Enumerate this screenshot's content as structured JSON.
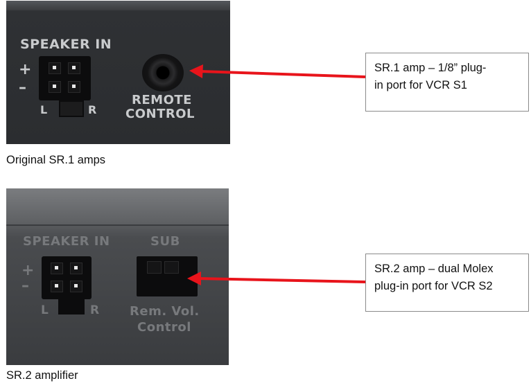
{
  "panel1": {
    "speaker_in": "SPEAKER IN",
    "plus": "+",
    "minus": "–",
    "left": "L",
    "right": "R",
    "remote_control": [
      "REMOTE",
      "CONTROL"
    ]
  },
  "panel2": {
    "speaker_in": "SPEAKER IN",
    "sub": "SUB",
    "plus": "+",
    "minus": "–",
    "left": "L",
    "right": "R",
    "rem_vol_control": [
      "Rem. Vol.",
      "Control"
    ]
  },
  "callout1": {
    "lines": [
      "SR.1 amp – 1/8” plug-",
      "in port for VCR S1"
    ]
  },
  "callout2": {
    "lines": [
      "SR.2 amp – dual Molex",
      "plug-in port for VCR S2"
    ]
  },
  "caption1": "Original SR.1 amps",
  "caption2": "SR.2 amplifier",
  "colors": {
    "arrow": "#e8141b",
    "panel_dark": "#2c2e31",
    "silkscreen": "#c9cbcd"
  }
}
